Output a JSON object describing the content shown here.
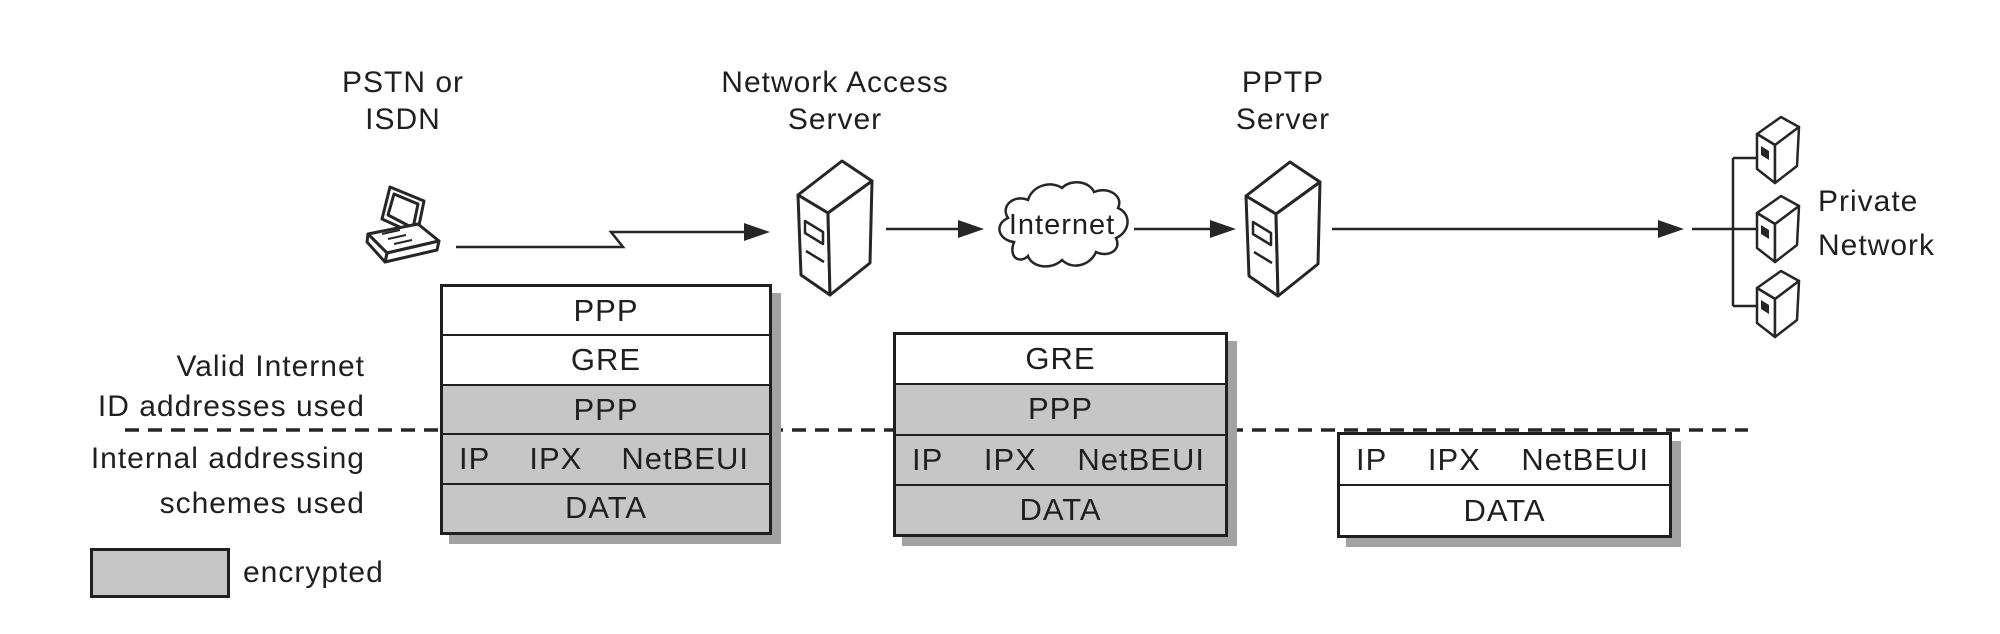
{
  "nodes": {
    "pstn": {
      "label_line1": "PSTN or",
      "label_line2": "ISDN"
    },
    "nas": {
      "label_line1": "Network Access",
      "label_line2": "Server"
    },
    "internet": {
      "label": "Internet"
    },
    "pptp": {
      "label_line1": "PPTP",
      "label_line2": "Server"
    },
    "private_network": {
      "label_line1": "Private",
      "label_line2": "Network"
    }
  },
  "annotations": {
    "above_dashed_line1": "Valid Internet",
    "above_dashed_line2": "ID addresses used",
    "below_dashed_line1": "Internal addressing",
    "below_dashed_line2": "schemes used"
  },
  "stacks": [
    {
      "rows": [
        {
          "label": "PPP",
          "encrypted": false
        },
        {
          "label": "GRE",
          "encrypted": false
        },
        {
          "label": "PPP",
          "encrypted": true
        },
        {
          "labels": [
            "IP",
            "IPX",
            "NetBEUI"
          ],
          "encrypted": true
        },
        {
          "label": "DATA",
          "encrypted": true
        }
      ]
    },
    {
      "rows": [
        {
          "label": "GRE",
          "encrypted": false
        },
        {
          "label": "PPP",
          "encrypted": true
        },
        {
          "labels": [
            "IP",
            "IPX",
            "NetBEUI"
          ],
          "encrypted": true
        },
        {
          "label": "DATA",
          "encrypted": true
        }
      ]
    },
    {
      "rows": [
        {
          "labels": [
            "IP",
            "IPX",
            "NetBEUI"
          ],
          "encrypted": false
        },
        {
          "label": "DATA",
          "encrypted": false
        }
      ]
    }
  ],
  "legend": {
    "swatch_label": "encrypted"
  },
  "colors": {
    "encrypted_fill": "#c6c6c6",
    "plain_fill": "#ffffff",
    "line": "#1f1f1f",
    "shadow": "#a2a2a2",
    "background": "#ffffff"
  }
}
